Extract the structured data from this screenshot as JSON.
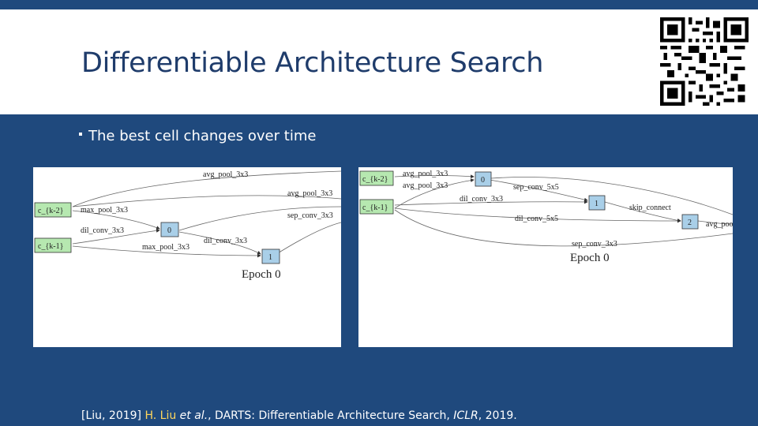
{
  "slide": {
    "title": "Differentiable Architecture Search",
    "bullet": "The best cell changes over time",
    "citation": {
      "prefix": "[Liu, 2019] ",
      "author": "H. Liu",
      "etal": " et al.",
      "middle": ", DARTS: Differentiable Architecture Search, ",
      "venue": "ICLR",
      "suffix": ", 2019."
    }
  },
  "figure_left": {
    "caption": "Epoch 0",
    "input_nodes": [
      "c_{k-2}",
      "c_{k-1}"
    ],
    "nodes": [
      "0",
      "1"
    ],
    "edge_labels": {
      "avg_top": "avg_pool_3x3",
      "avg_right": "avg_pool_3x3",
      "max_a": "max_pool_3x3",
      "sep": "sep_conv_3x3",
      "dil_a": "dil_conv_3x3",
      "dil_b": "dil_conv_3x3",
      "max_b": "max_pool_3x3"
    }
  },
  "figure_right": {
    "caption": "Epoch 0",
    "input_nodes": [
      "c_{k-2}",
      "c_{k-1}"
    ],
    "nodes": [
      "0",
      "1",
      "2"
    ],
    "edge_labels": {
      "avg_a": "avg_pool_3x3",
      "avg_b": "avg_pool_3x3",
      "sep5_a": "sep_conv_5x5",
      "dil": "dil_conv_3x3",
      "sep5_b": "dil_conv_5x5",
      "skip": "skip_connect",
      "avg_c": "avg_poo",
      "sep3": "sep_conv_3x3"
    }
  },
  "colors": {
    "background": "#1f497d",
    "title": "#1f3c6b",
    "input_node": "#b6e8b0",
    "inter_node": "#a9cfe8",
    "highlight": "#ffd65c"
  },
  "icons": {
    "qr": "qr-code-icon"
  }
}
